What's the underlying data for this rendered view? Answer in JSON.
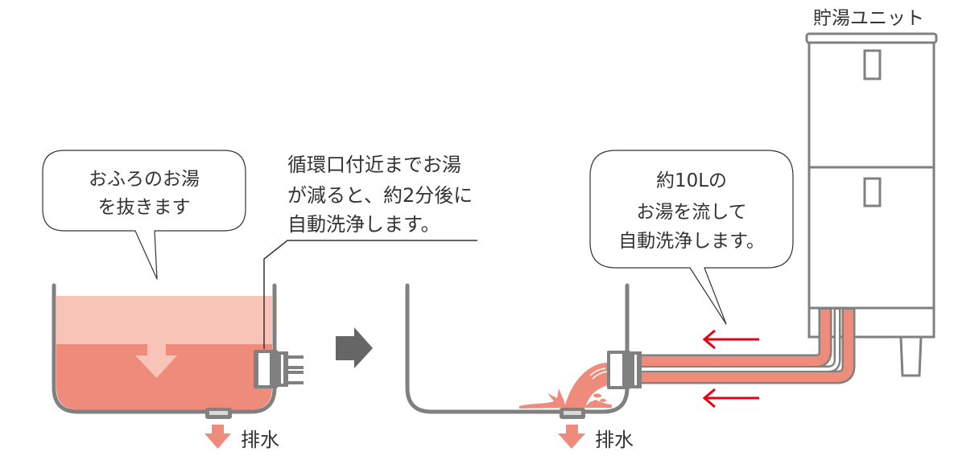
{
  "figure": {
    "step1": {
      "bubble_lines": [
        "おふろのお湯",
        "を抜きます"
      ],
      "annotation_lines": [
        "循環口付近までお湯",
        "が減ると、約2分後に",
        "自動洗浄します。"
      ],
      "drain_label": "排水"
    },
    "step2": {
      "bubble_lines": [
        "約10Lの",
        "お湯を流して",
        "自動洗浄します。"
      ],
      "drain_label": "排水"
    },
    "storage_unit": {
      "label": "貯湯ユニット"
    },
    "icons": {
      "step_arrow": "right-arrow-icon",
      "water_level_arrow": "down-arrow-icon",
      "drain_arrow": "down-arrow-icon",
      "flow_arrow": "left-arrow-icon"
    },
    "colors": {
      "water_light": "#F7C4B7",
      "water_dark": "#EF8B7B",
      "wall_gray": "#808080",
      "flow_arrow_red": "#E60012",
      "step_arrow_gray": "#666666",
      "text": "#333333"
    }
  }
}
